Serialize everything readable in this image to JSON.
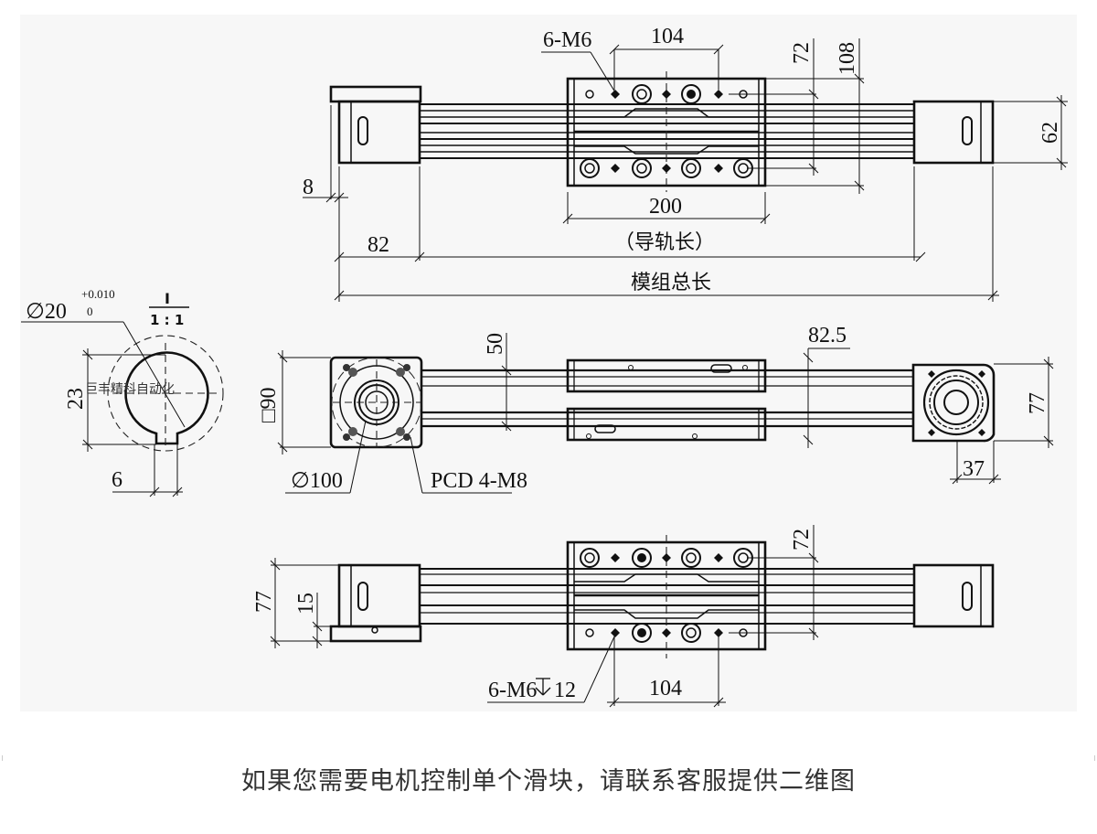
{
  "drawing": {
    "top_view": {
      "hole_callout": "6-M6",
      "hole_spacing": "104",
      "row_spacing_inner": "72",
      "row_spacing_outer": "108",
      "end_height": "62",
      "plate_offset": "8",
      "end_length": "82",
      "carriage_length": "200",
      "rail_label": "（导轨长）",
      "total_length_label": "模组总长"
    },
    "shaft_detail": {
      "diameter": "∅20",
      "tolerance_upper": "+0.010",
      "tolerance_lower": "0",
      "section_mark": "I",
      "scale": "1 : 1",
      "key_height": "23",
      "key_width": "6",
      "watermark": "巨丰精科自动化"
    },
    "front_view": {
      "flange_square": "□90",
      "rail_offset": "50",
      "pcd_diameter": "∅100",
      "pcd_callout": "PCD 4-M8",
      "carriage_offset": "82.5",
      "end_height": "77",
      "end_offset": "37"
    },
    "bottom_view": {
      "end_height": "77",
      "plate_height": "15",
      "row_spacing": "72",
      "hole_callout": "6-M6",
      "hole_depth": "12",
      "hole_spacing": "104"
    }
  },
  "caption": "如果您需要电机控制单个滑块，请联系客服提供二维图"
}
